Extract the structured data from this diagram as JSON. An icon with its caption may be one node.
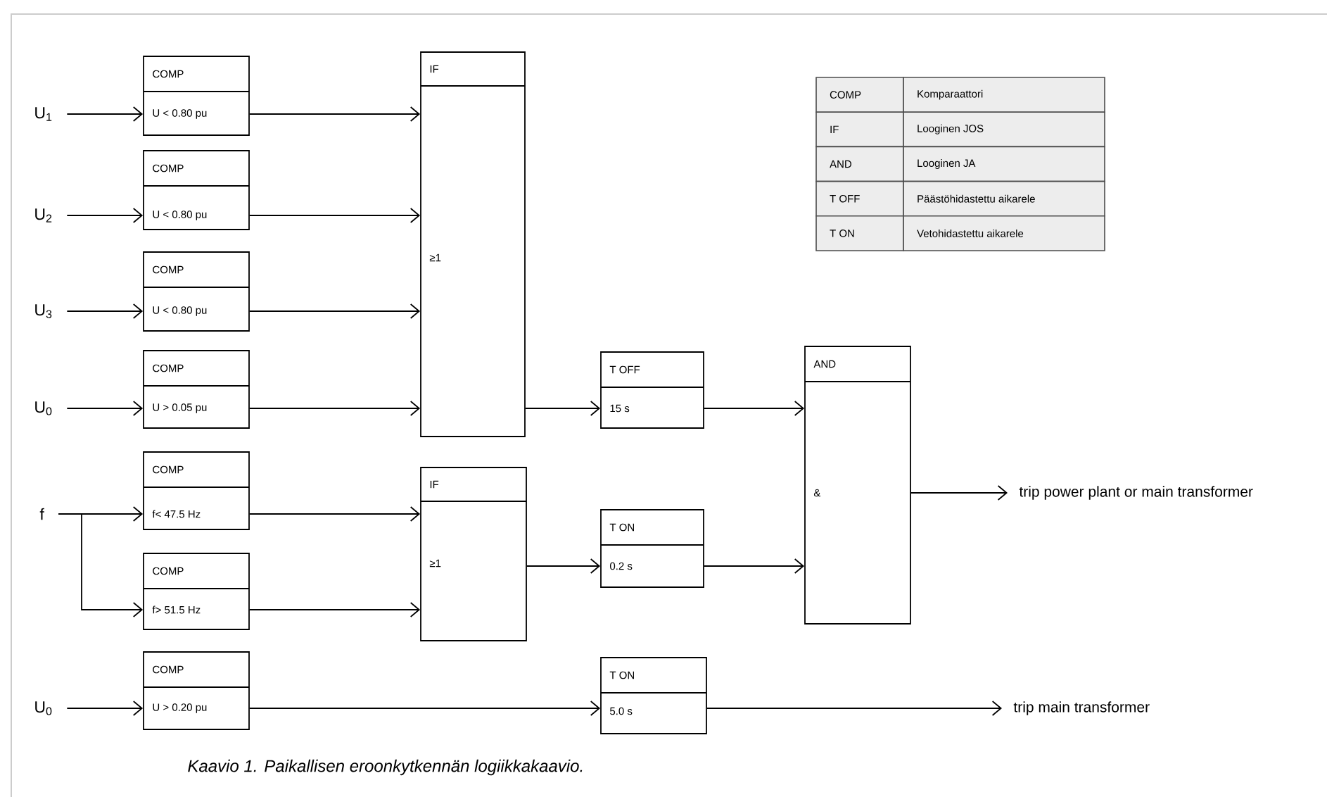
{
  "diagram": {
    "caption": "Kaavio 1. Paikallisen eroonkytkennän logiikkakaavio.",
    "nodes": [
      {
        "text": [
          "U$_{1}$"
        ]
      },
      {
        "text": [
          "COMP",
          "U < 0.80 pu"
        ]
      },
      {
        "text": [
          "U$_{2}$"
        ]
      },
      {
        "text": [
          "COMP",
          "U < 0.80 pu"
        ]
      },
      {
        "text": [
          "U$_{3}$"
        ]
      },
      {
        "text": [
          "COMP",
          "U < 0.80 pu"
        ]
      },
      {
        "text": [
          "U$_{0}$"
        ]
      },
      {
        "text": [
          "COMP",
          "U > 0.05 pu"
        ]
      },
      {
        "text": [
          "IF",
          "≥1"
        ]
      },
      {
        "text": [
          "f"
        ]
      },
      {
        "text": [
          "COMP",
          "f< 47.5 Hz"
        ]
      },
      {
        "text": [
          "COMP",
          "f> 51.5 Hz"
        ]
      },
      {
        "text": [
          "IF",
          "≥1"
        ]
      },
      {
        "text": [
          "T OFF",
          "15 s"
        ]
      },
      {
        "text": [
          "T ON",
          "0.2 s"
        ]
      },
      {
        "text": [
          "AND",
          "&"
        ]
      },
      {
        "text": [
          "trip power plant or main transformer"
        ]
      },
      {
        "text": [
          "U$_{0}$"
        ]
      },
      {
        "text": [
          "COMP",
          "U > 0.20 pu"
        ]
      },
      {
        "text": [
          "T ON",
          "5.0 s"
        ]
      },
      {
        "text": [
          "trip main transformer"
        ]
      }
    ],
    "edges": [
      {
        "from": 0,
        "to": 1,
        "arrow": "to"
      },
      {
        "from": 1,
        "to": 8,
        "arrow": "to"
      },
      {
        "from": 2,
        "to": 3,
        "arrow": "to"
      },
      {
        "from": 3,
        "to": 8,
        "arrow": "to"
      },
      {
        "from": 4,
        "to": 5,
        "arrow": "to"
      },
      {
        "from": 5,
        "to": 8,
        "arrow": "to"
      },
      {
        "from": 6,
        "to": 7,
        "arrow": "to"
      },
      {
        "from": 7,
        "to": 8,
        "arrow": "to"
      },
      {
        "from": 9,
        "to": 10,
        "arrow": "to"
      },
      {
        "from": 9,
        "to": 11,
        "arrow": "to"
      },
      {
        "from": 10,
        "to": 12,
        "arrow": "to"
      },
      {
        "from": 11,
        "to": 12,
        "arrow": "to"
      },
      {
        "from": 8,
        "to": 13,
        "arrow": "to"
      },
      {
        "from": 12,
        "to": 14,
        "arrow": "to"
      },
      {
        "from": 13,
        "to": 15,
        "arrow": "to"
      },
      {
        "from": 14,
        "to": 15,
        "arrow": "to"
      },
      {
        "from": 15,
        "to": 16,
        "arrow": "to"
      },
      {
        "from": 17,
        "to": 18,
        "arrow": "to"
      },
      {
        "from": 18,
        "to": 19,
        "arrow": "to"
      },
      {
        "from": 19,
        "to": 20,
        "arrow": "to"
      }
    ],
    "labels": [
      "COMP",
      "Komparaattori",
      "IF",
      "Looginen JOS",
      "AND",
      "Looginen JA",
      "T OFF",
      "Päästöhidastettu aikarele",
      "T ON",
      "Vetohidastettu aikarele"
    ]
  }
}
